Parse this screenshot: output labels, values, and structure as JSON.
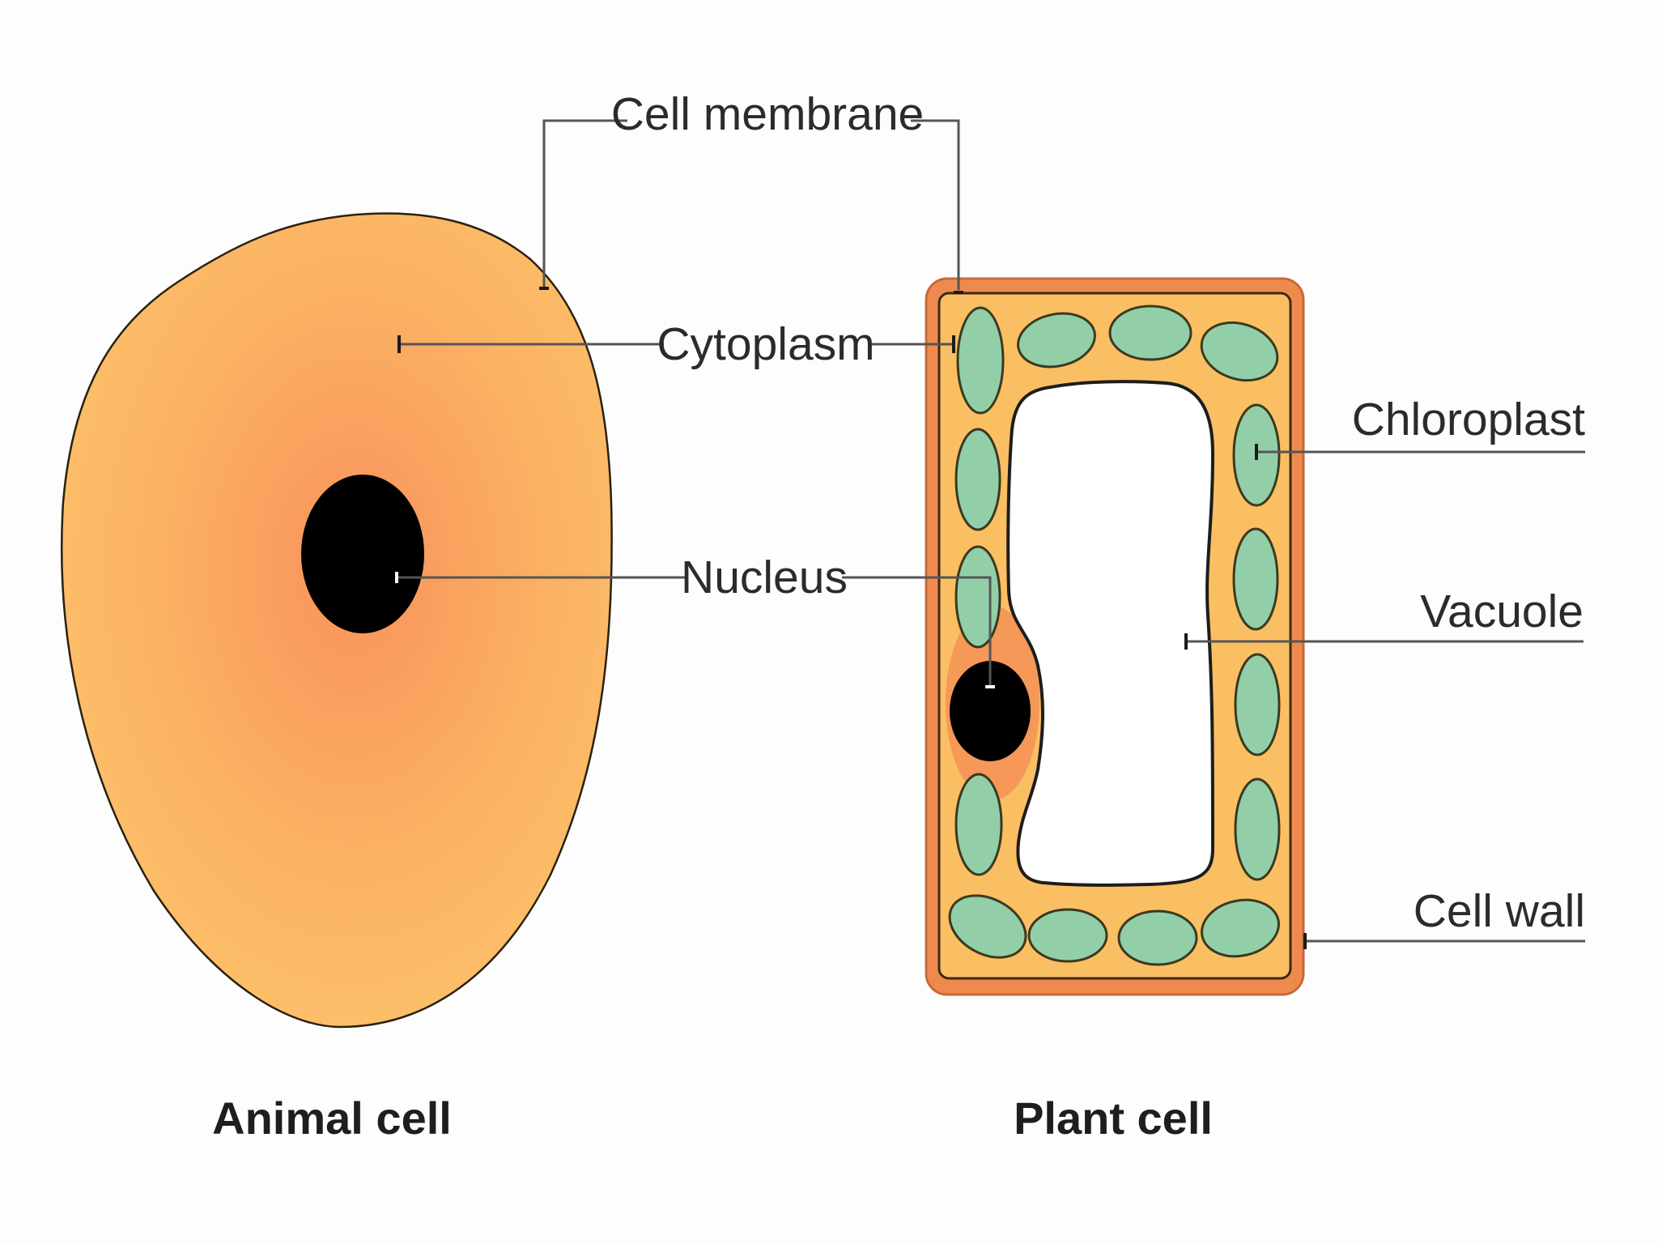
{
  "labels": {
    "cell_membrane": "Cell membrane",
    "cytoplasm": "Cytoplasm",
    "nucleus": "Nucleus",
    "chloroplast": "Chloroplast",
    "vacuole": "Vacuole",
    "cell_wall": "Cell wall"
  },
  "captions": {
    "animal": "Animal cell",
    "plant": "Plant cell"
  },
  "colors": {
    "cytoplasm_light": "#fbbf63",
    "cytoplasm_dark": "#f8955a",
    "cell_wall": "#ef8a4e",
    "chloroplast": "#92cfa9",
    "nucleus": "#000000",
    "vacuole": "#ffffff",
    "leader_line": "#555555"
  }
}
